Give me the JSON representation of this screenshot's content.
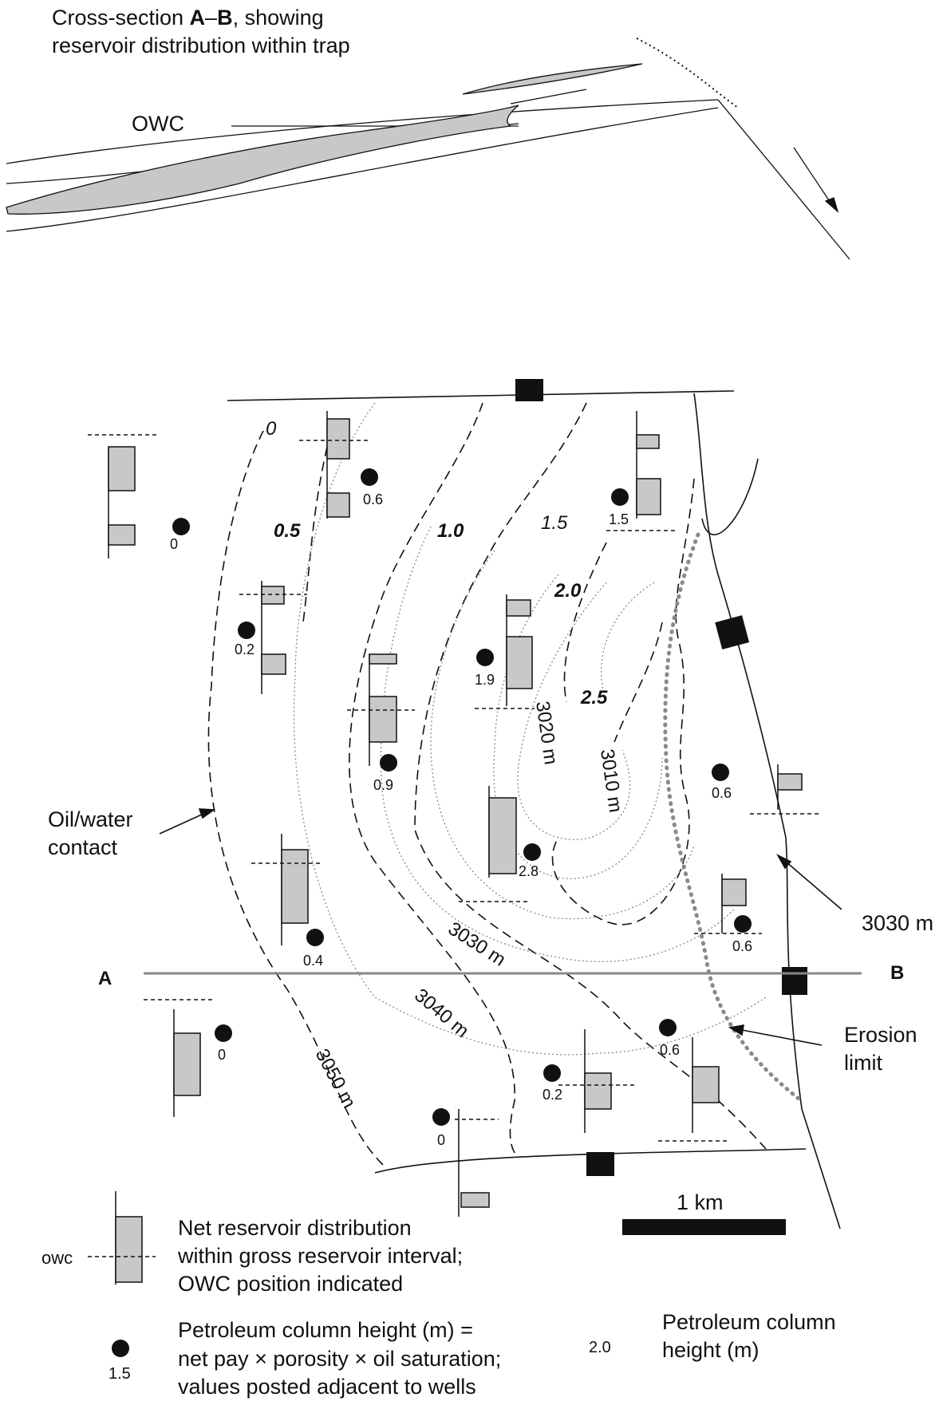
{
  "header": {
    "line1_prefix": "Cross-section ",
    "line1_a": "A",
    "line1_dash": "–",
    "line1_b": "B",
    "line1_suffix": ", showing",
    "line2": "reservoir distribution within trap"
  },
  "section_labels": {
    "owc": "OWC"
  },
  "contour_labels": {
    "col_0": "0",
    "col_05": "0.5",
    "col_10": "1.0",
    "col_15": "1.5",
    "col_20": "2.0",
    "col_25": "2.5",
    "d3020": "3020 m",
    "d3010": "3010 m",
    "d3030": "3030 m",
    "d3040": "3040 m",
    "d3050": "3050 m"
  },
  "well_values": [
    "0.6",
    "0",
    "1.5",
    "0.2",
    "1.9",
    "0.9",
    "0.6",
    "2.8",
    "0.4",
    "0.6",
    "0",
    "0.6",
    "0.2",
    "0"
  ],
  "annotations": {
    "owc_line1": "Oil/water",
    "owc_line2": "contact",
    "fault_depth": "3030 m",
    "erosion_line1": "Erosion",
    "erosion_line2": "limit",
    "point_a": "A",
    "point_b": "B"
  },
  "scale": {
    "label": "1 km"
  },
  "legend": {
    "owc_tag": "owc",
    "reservoir_line1": "Net reservoir distribution",
    "reservoir_line2": "within gross reservoir interval;",
    "reservoir_line3": "OWC position indicated",
    "well_sample": "1.5",
    "column_line1": "Petroleum column height (m) =",
    "column_line2": "net pay × porosity × oil saturation;",
    "column_line3": "values posted adjacent to wells",
    "contour_sample": "2.0",
    "contour_line1": "Petroleum column",
    "contour_line2": "height (m)"
  },
  "colors": {
    "reservoir_fill": "#c8c8c8",
    "ink": "#111111",
    "dotted_grey": "#8a8a8a"
  }
}
